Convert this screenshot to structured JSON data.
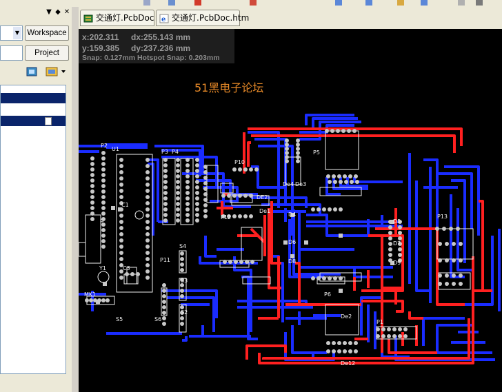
{
  "tabs": [
    {
      "label": "交通灯.PcbDoc",
      "icon": "pcb-doc-icon"
    },
    {
      "label": "交通灯.PcbDoc.htm",
      "icon": "ie-html-icon"
    }
  ],
  "panel": {
    "workspace_label": "Workspace",
    "project_label": "Project"
  },
  "canvas": {
    "coord_x": "x:202.311",
    "coord_dx": "dx:255.143 mm",
    "coord_y": "y:159.385",
    "coord_dy": "dy:237.236  mm",
    "snap": "Snap: 0.127mm Hotspot Snap: 0.203mm",
    "board_title": "51黑电子论坛"
  },
  "designators": [
    "P2",
    "U1",
    "P3",
    "P4",
    "P10",
    "De4",
    "De3",
    "P5",
    "DE2",
    "De1",
    "P12",
    "C1",
    "D4",
    "D5",
    "D6",
    "D7",
    "D8",
    "D9",
    "P13",
    "S4",
    "P11",
    "S3",
    "S2",
    "Y1",
    "C3",
    "MK1",
    "P6",
    "P1",
    "De2",
    "De12",
    "S5",
    "S6"
  ],
  "colors": {
    "top_layer": "#ff2020",
    "bottom_layer": "#1a2cff",
    "pad": "#c8c8c8",
    "overlay": "#f0f0f0",
    "board_bg": "#000000",
    "selection": "#0a246a"
  }
}
